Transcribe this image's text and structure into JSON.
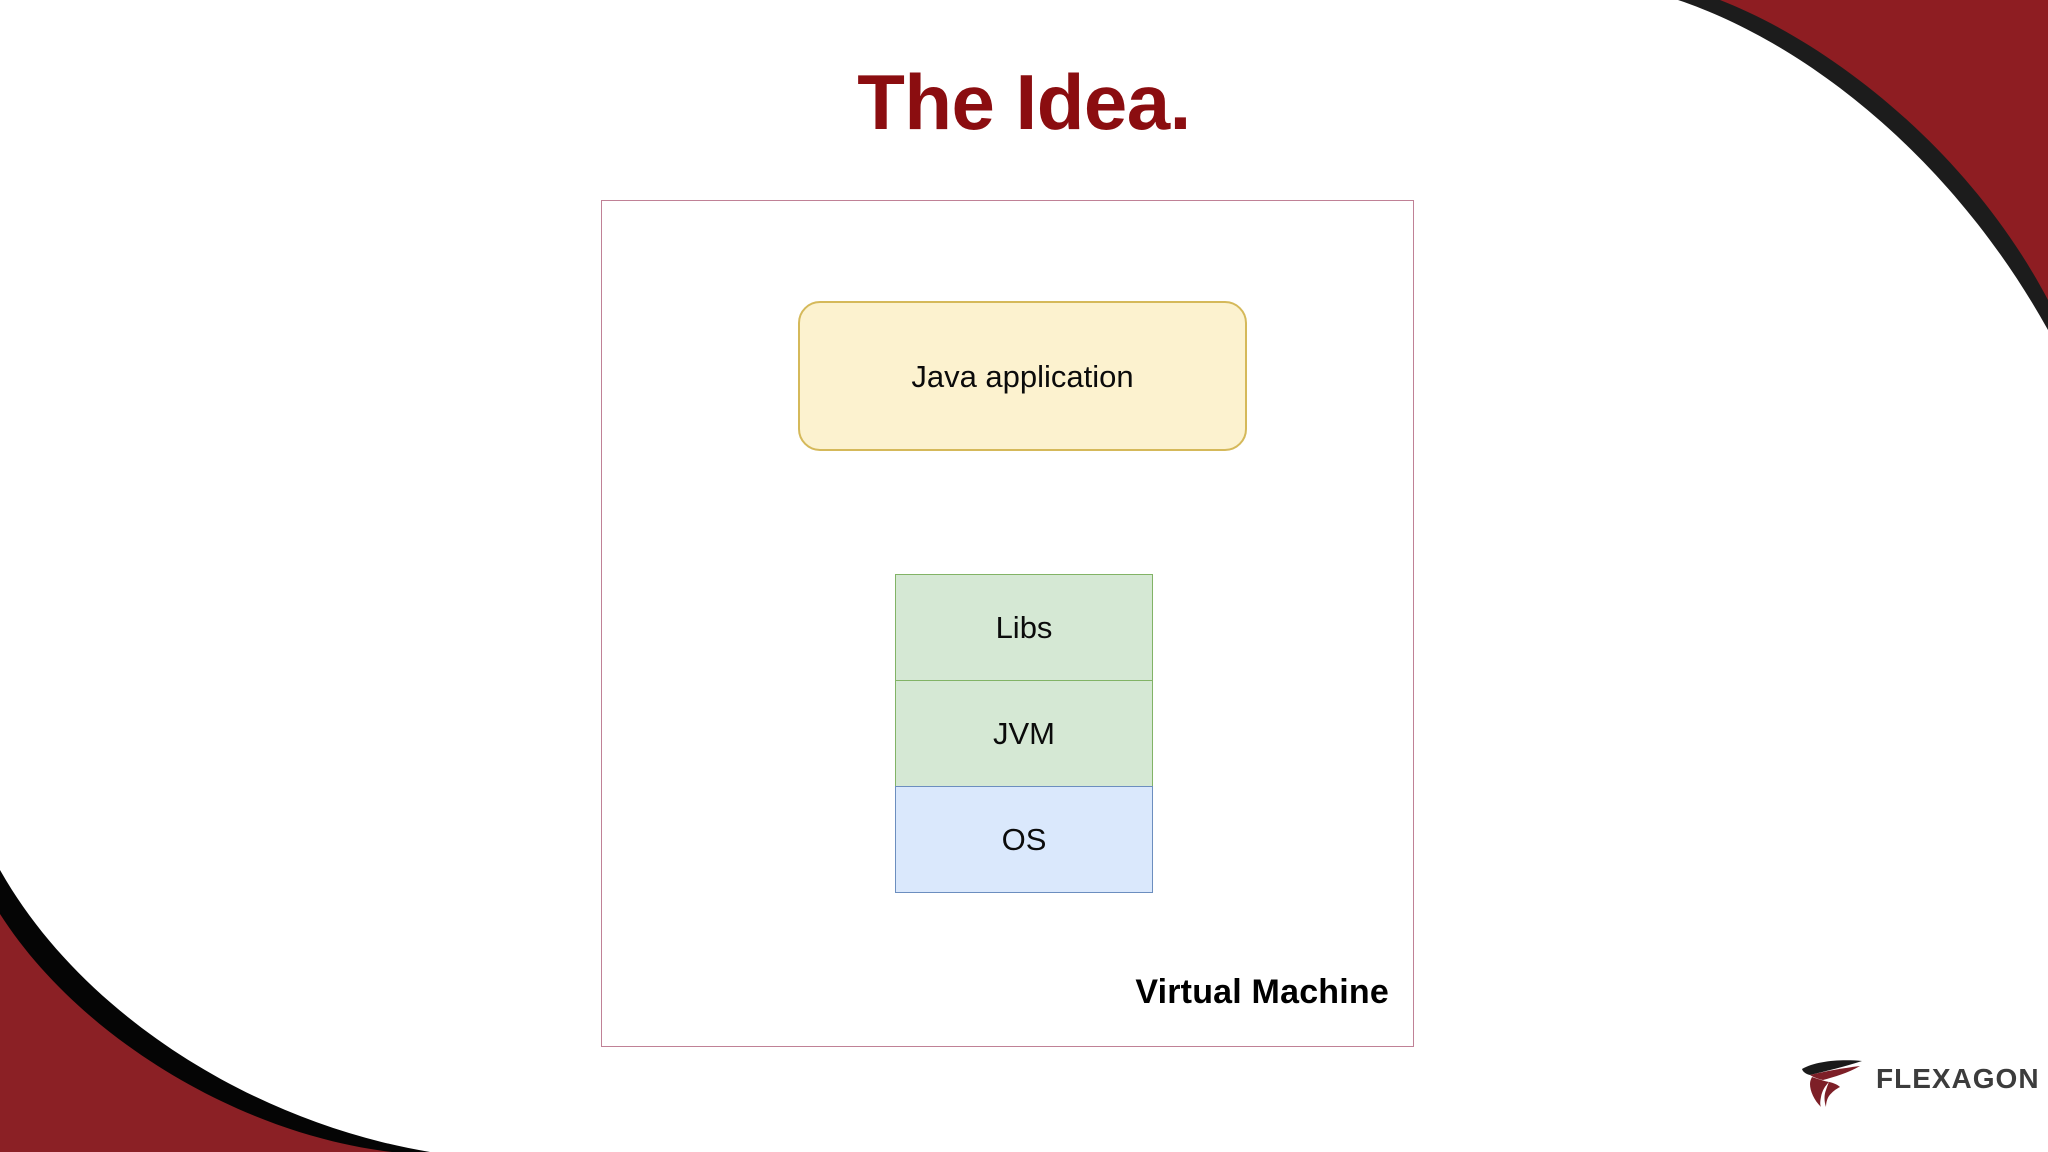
{
  "slide": {
    "title": "The Idea.",
    "title_color": "#8b0d10",
    "background_color": "#ffffff"
  },
  "decor": {
    "top_right": {
      "name": "red-black-swoosh-top-right",
      "red_color": "#8e1d22",
      "black_color": "#1c1c1c"
    },
    "bottom_left": {
      "name": "red-black-swoosh-bottom-left",
      "red_color": "#8b2025",
      "black_color": "#050505"
    }
  },
  "diagram": {
    "panel": {
      "label": "Virtual Machine",
      "border_color": "#c08196",
      "fill_color": "#ffffff"
    },
    "app_box": {
      "label": "Java application",
      "fill_color": "#fcf2cf",
      "border_color": "#d5b95a",
      "text_color": "#0b0b0b",
      "shape": "rounded-rectangle"
    },
    "stack": [
      {
        "label": "Libs",
        "fill_color": "#d5e8d4",
        "border_color": "#82b366",
        "text_color": "#0b0b0b"
      },
      {
        "label": "JVM",
        "fill_color": "#d5e8d4",
        "border_color": "#82b366",
        "text_color": "#0b0b0b"
      },
      {
        "label": "OS",
        "fill_color": "#dae8fc",
        "border_color": "#6c8ebf",
        "text_color": "#0b0b0b"
      }
    ]
  },
  "logo": {
    "wordmark": "FLEXAGON",
    "mark_name": "flexagon-swoosh-mark",
    "word_color": "#3c3c3c",
    "mark_dark_color": "#1a1a1a",
    "mark_red_color": "#7d1f27"
  }
}
